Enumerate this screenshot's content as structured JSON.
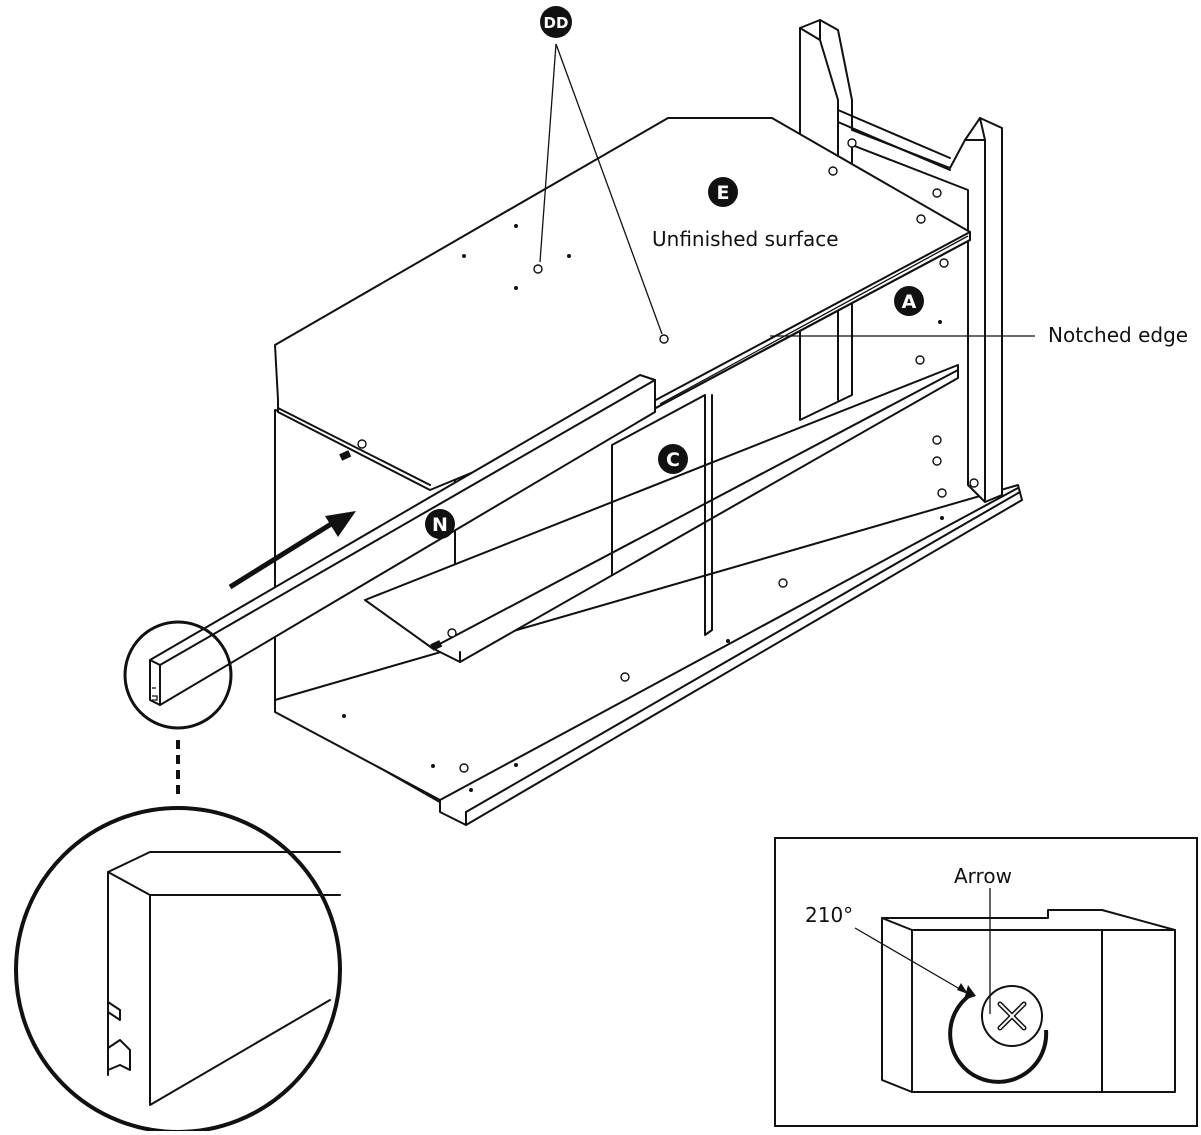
{
  "labels": {
    "dd": "DD",
    "e": "E",
    "a": "A",
    "c": "C",
    "n": "N",
    "unfinished_surface": "Unfinished surface",
    "notched_edge": "Notched edge",
    "arrow": "Arrow",
    "angle": "210°"
  }
}
